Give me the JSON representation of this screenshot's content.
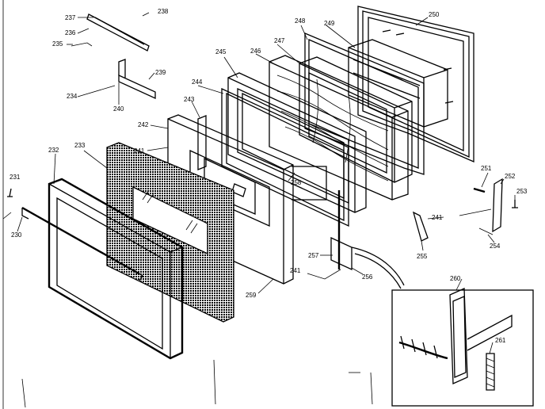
{
  "labels": {
    "l237": "237",
    "l238": "238",
    "l236": "236",
    "l235": "235",
    "l239": "239",
    "l234": "234",
    "l240": "240",
    "l245": "245",
    "l248": "248",
    "l249": "249",
    "l250": "250",
    "l247": "247",
    "l246": "246",
    "l244": "244",
    "l243": "243",
    "l242": "242",
    "l241a": "241",
    "l232": "232",
    "l233": "233",
    "l231": "231",
    "l230": "230",
    "l258": "258",
    "l251": "251",
    "l252": "252",
    "l253": "253",
    "l241b": "241",
    "l254": "254",
    "l255": "255",
    "l257": "257",
    "l241c": "241",
    "l256": "256",
    "l259": "259",
    "l260": "260",
    "l261": "261"
  },
  "colors": {
    "line": "#000000",
    "background": "#ffffff"
  }
}
